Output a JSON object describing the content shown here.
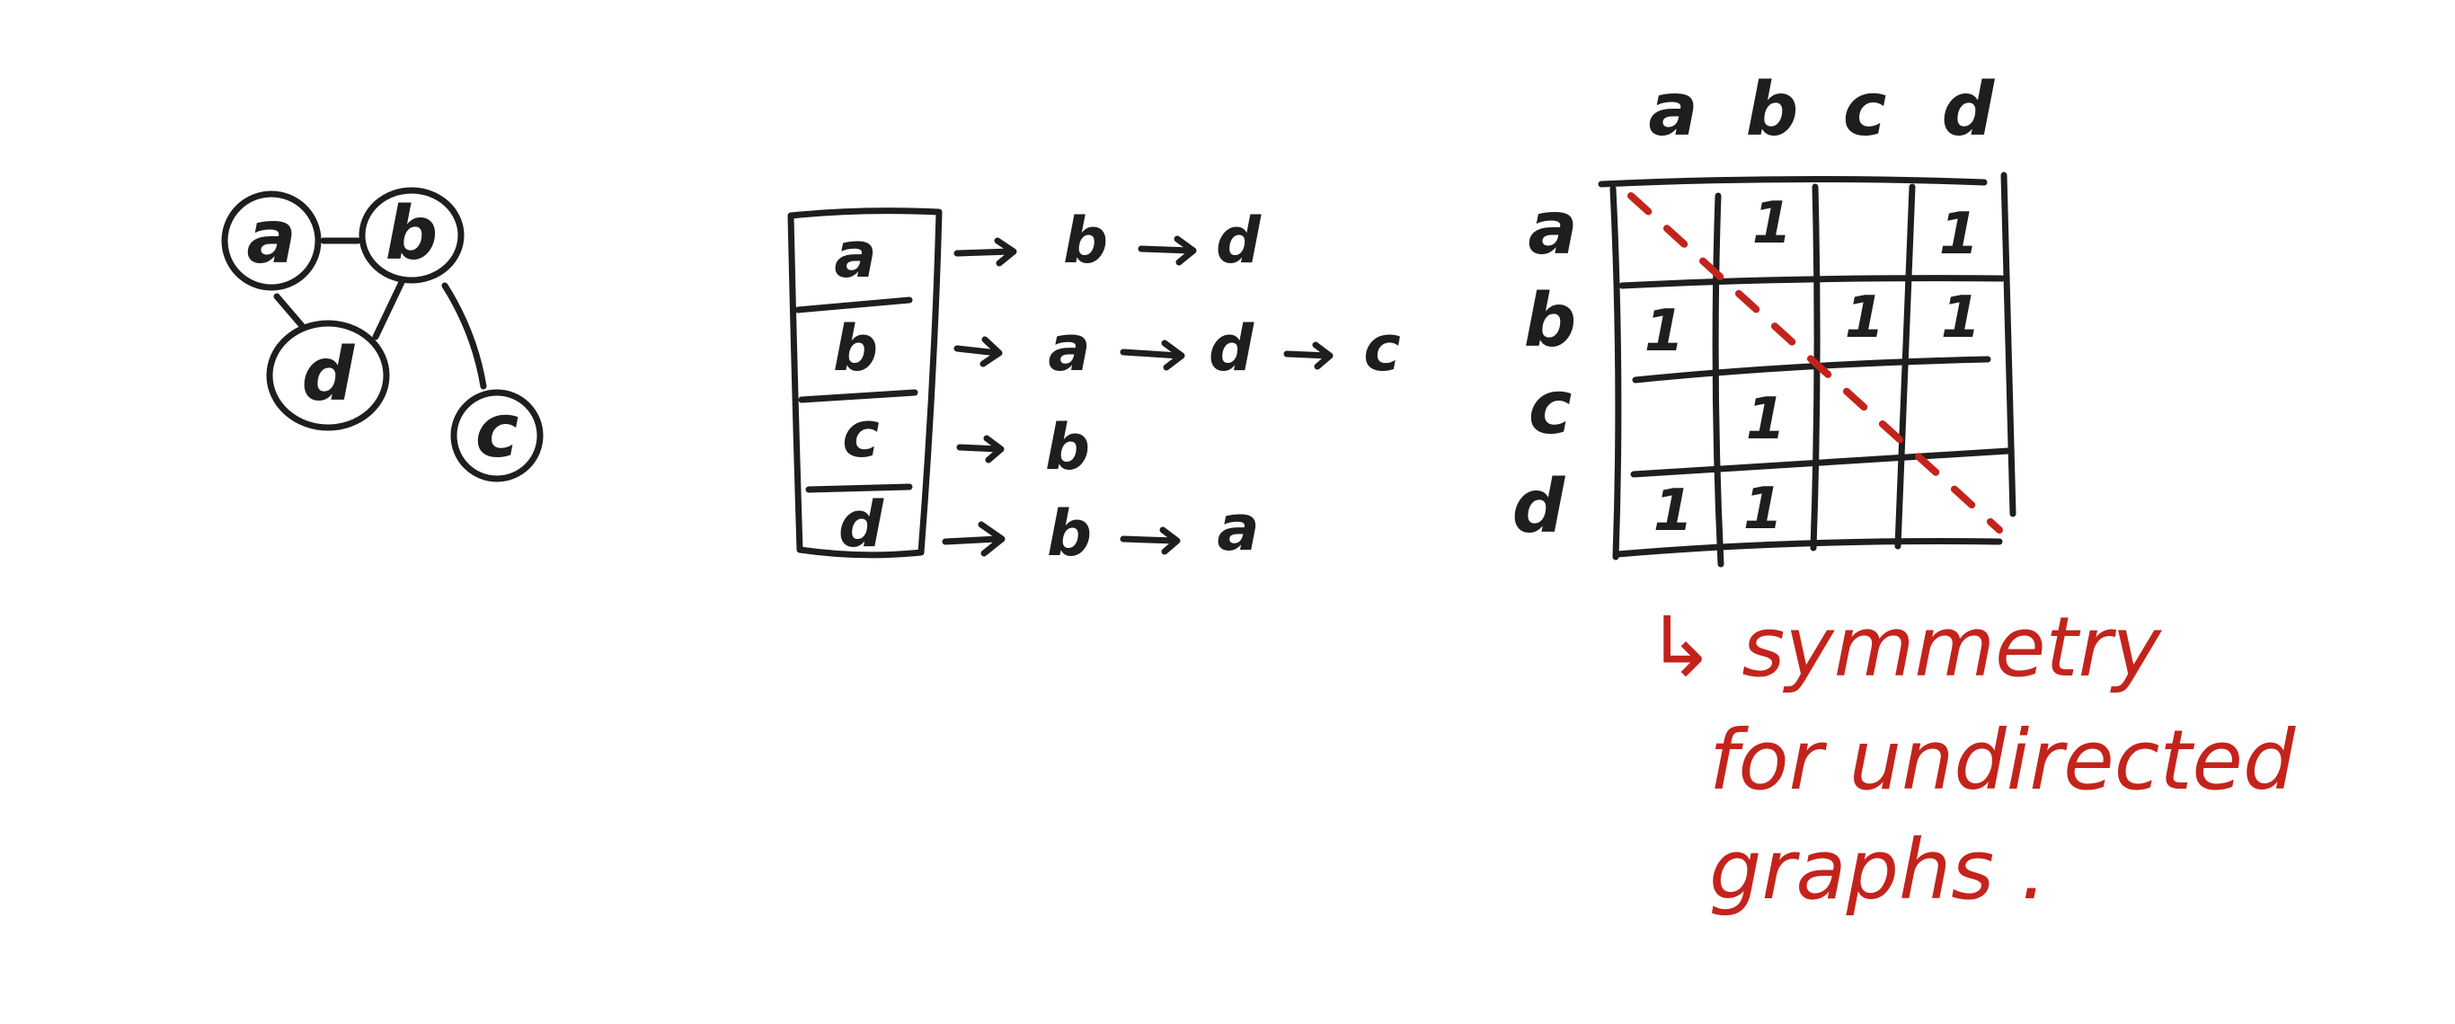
{
  "graph": {
    "nodes": [
      "a",
      "b",
      "d",
      "c"
    ],
    "edges": [
      [
        "a",
        "b"
      ],
      [
        "a",
        "d"
      ],
      [
        "b",
        "d"
      ],
      [
        "b",
        "c"
      ]
    ]
  },
  "adjacency_list": {
    "rows": [
      {
        "vertex": "a",
        "neighbors": [
          "b",
          "d"
        ]
      },
      {
        "vertex": "b",
        "neighbors": [
          "a",
          "d",
          "c"
        ]
      },
      {
        "vertex": "c",
        "neighbors": [
          "b"
        ]
      },
      {
        "vertex": "d",
        "neighbors": [
          "b",
          "a"
        ]
      }
    ]
  },
  "adjacency_matrix": {
    "col_headers": [
      "a",
      "b",
      "c",
      "d"
    ],
    "row_headers": [
      "a",
      "b",
      "c",
      "d"
    ],
    "cells": [
      [
        "",
        "1",
        "",
        "1"
      ],
      [
        "1",
        "",
        "1",
        "1"
      ],
      [
        "",
        "1",
        "",
        ""
      ],
      [
        "1",
        "1",
        "",
        ""
      ]
    ]
  },
  "annotation": {
    "lines": [
      "↳ symmetry",
      "for undirected",
      "graphs ."
    ],
    "color": "#c4231c"
  },
  "colors": {
    "ink": "#1e1e1e",
    "accent": "#c4231c",
    "background": "#ffffff"
  }
}
